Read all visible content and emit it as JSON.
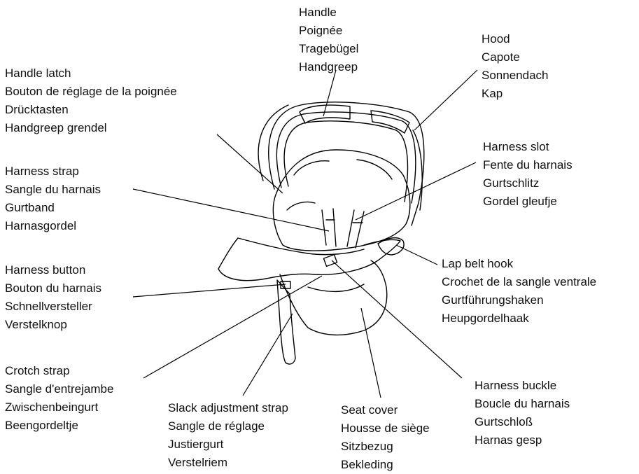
{
  "labels": {
    "handle": {
      "lines": [
        "Handle",
        "Poignée",
        "Tragebügel",
        "Handgreep"
      ]
    },
    "hood": {
      "lines": [
        "Hood",
        "Capote",
        "Sonnendach",
        "Kap"
      ]
    },
    "handle_latch": {
      "lines": [
        "Handle latch",
        "Bouton de réglage de la poignée",
        "Drücktasten",
        "Handgreep grendel"
      ]
    },
    "harness_slot": {
      "lines": [
        "Harness slot",
        "Fente du harnais",
        "Gurtschlitz",
        "Gordel gleufje"
      ]
    },
    "harness_strap": {
      "lines": [
        "Harness strap",
        "Sangle du harnais",
        "Gurtband",
        "Harnasgordel"
      ]
    },
    "lap_belt_hook": {
      "lines": [
        "Lap belt hook",
        "Crochet de la sangle ventrale",
        "Gurtführungshaken",
        "Heupgordelhaak"
      ]
    },
    "harness_button": {
      "lines": [
        "Harness button",
        "Bouton du harnais",
        "Schnellversteller",
        "Verstelknop"
      ]
    },
    "crotch_strap": {
      "lines": [
        "Crotch strap",
        "Sangle d'entrejambe",
        "Zwischenbeingurt",
        "Beengordeltje"
      ]
    },
    "slack_strap": {
      "lines": [
        "Slack adjustment strap",
        "Sangle de réglage",
        "Justiergurt",
        "Verstelriem"
      ]
    },
    "seat_cover": {
      "lines": [
        "Seat cover",
        "Housse de siège",
        "Sitzbezug",
        "Bekleding"
      ]
    },
    "harness_buckle": {
      "lines": [
        "Harness buckle",
        "Boucle du harnais",
        "Gurtschloß",
        "Harnas gesp"
      ]
    }
  }
}
